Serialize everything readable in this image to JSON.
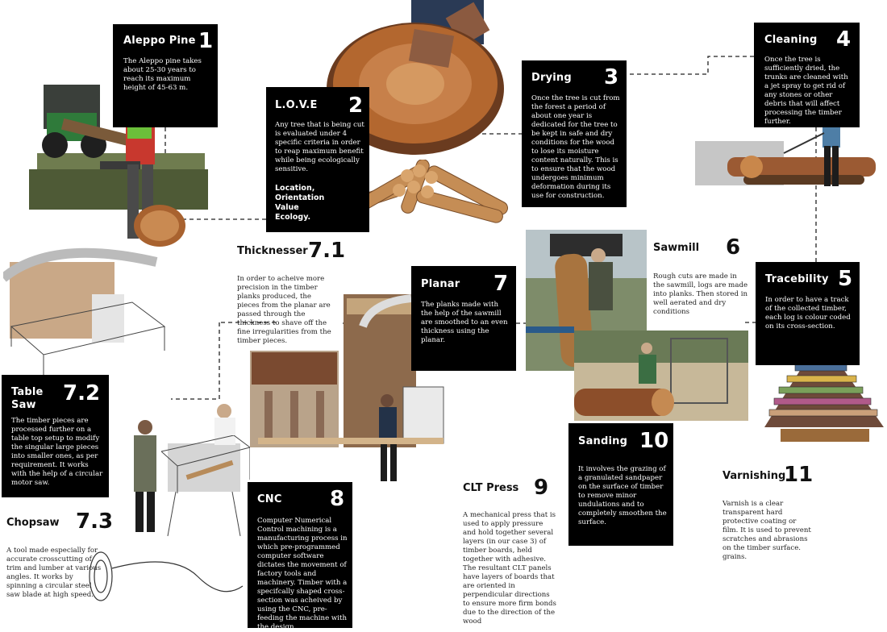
{
  "steps": {
    "s1": {
      "title": "Aleppo Pine",
      "num": "1",
      "body": "The Aleppo pine takes about 25-30 years to reach its maximum height of 45-63 m."
    },
    "s2": {
      "title": "L.O.V.E",
      "num": "2",
      "body": "Any tree that is being cut is evaluated under 4 specific criteria in order to reap maximum benefit while being ecologically sensitive.",
      "keywords": "Location, Orientation Value Ecology."
    },
    "s3": {
      "title": "Drying",
      "num": "3",
      "body": "Once the tree is cut from the forest a period of about one year is dedicated for the tree to be kept in safe and dry conditions for the wood to lose its moisture content naturally. This is to ensure that the wood undergoes minimum deformation during its use for construction."
    },
    "s4": {
      "title": "Cleaning",
      "num": "4",
      "body": "Once the tree is sufficiently dried, the trunks are cleaned with a jet spray to get rid of any stones or other debris that will affect processing the timber further."
    },
    "s5": {
      "title": "Tracebility",
      "num": "5",
      "body": "In order to have a track of the collected timber, each log is colour coded on its cross-section."
    },
    "s6": {
      "title": "Sawmill",
      "num": "6",
      "body": "Rough cuts are made in the sawmill, logs are made into planks. Then stored in well aerated and dry conditions"
    },
    "s7": {
      "title": "Planar",
      "num": "7",
      "body": "The planks made with the help of the sawmill are smoothed to an even thickness using the planar."
    },
    "s71": {
      "title": "Thicknesser",
      "num": "7.1",
      "body": "In order to acheive more precision in the timber planks produced, the pieces from the planar are passed through the thickness to shave off the fine irregularities from the timber pieces."
    },
    "s72": {
      "title": "Table Saw",
      "num": "7.2",
      "body": "The timber pieces are processed further on a table top setup to modify the singular large pieces into smaller ones, as per requirement. It works with the help of a circular motor saw."
    },
    "s73": {
      "title": "Chopsaw",
      "num": "7.3",
      "body": "A tool made especially for accurate crosscutting of trim and lumber at various angles. It works by spinning a circular steel saw blade at high speed."
    },
    "s8": {
      "title": "CNC",
      "num": "8",
      "body": "Computer Numerical Control machining is a manufacturing process in which pre-programmed computer software dictates the movement of factory tools and machinery. Timber with a specifcally shaped cross-section was acheived by using the CNC, pre-feeding the machine with the design."
    },
    "s9": {
      "title": "CLT Press",
      "num": "9",
      "body": "A mechanical press that is used to apply pressure and hold together several layers (in our case 3) of timber boards, held together with adhesive. The resultant CLT panels have layers of boards that are oriented in perpendicular directions to ensure more firm bonds due to the direction of the wood"
    },
    "s10": {
      "title": "Sanding",
      "num": "10",
      "body": "It involves the grazing of a granulated sandpaper on the surface of timber to remove minor undulations and to completely smoothen the surface."
    },
    "s11": {
      "title": "Varnishing",
      "num": "11",
      "body": "Varnish is a clear transparent hard protective coating or film. It is used to prevent scratches and abrasions on the timber surface. grains."
    }
  },
  "colors": {
    "card": "#000000",
    "connector": "#222222",
    "wood": "#b0743f",
    "bark": "#5a3a22",
    "skin": "#9c6b4e"
  }
}
